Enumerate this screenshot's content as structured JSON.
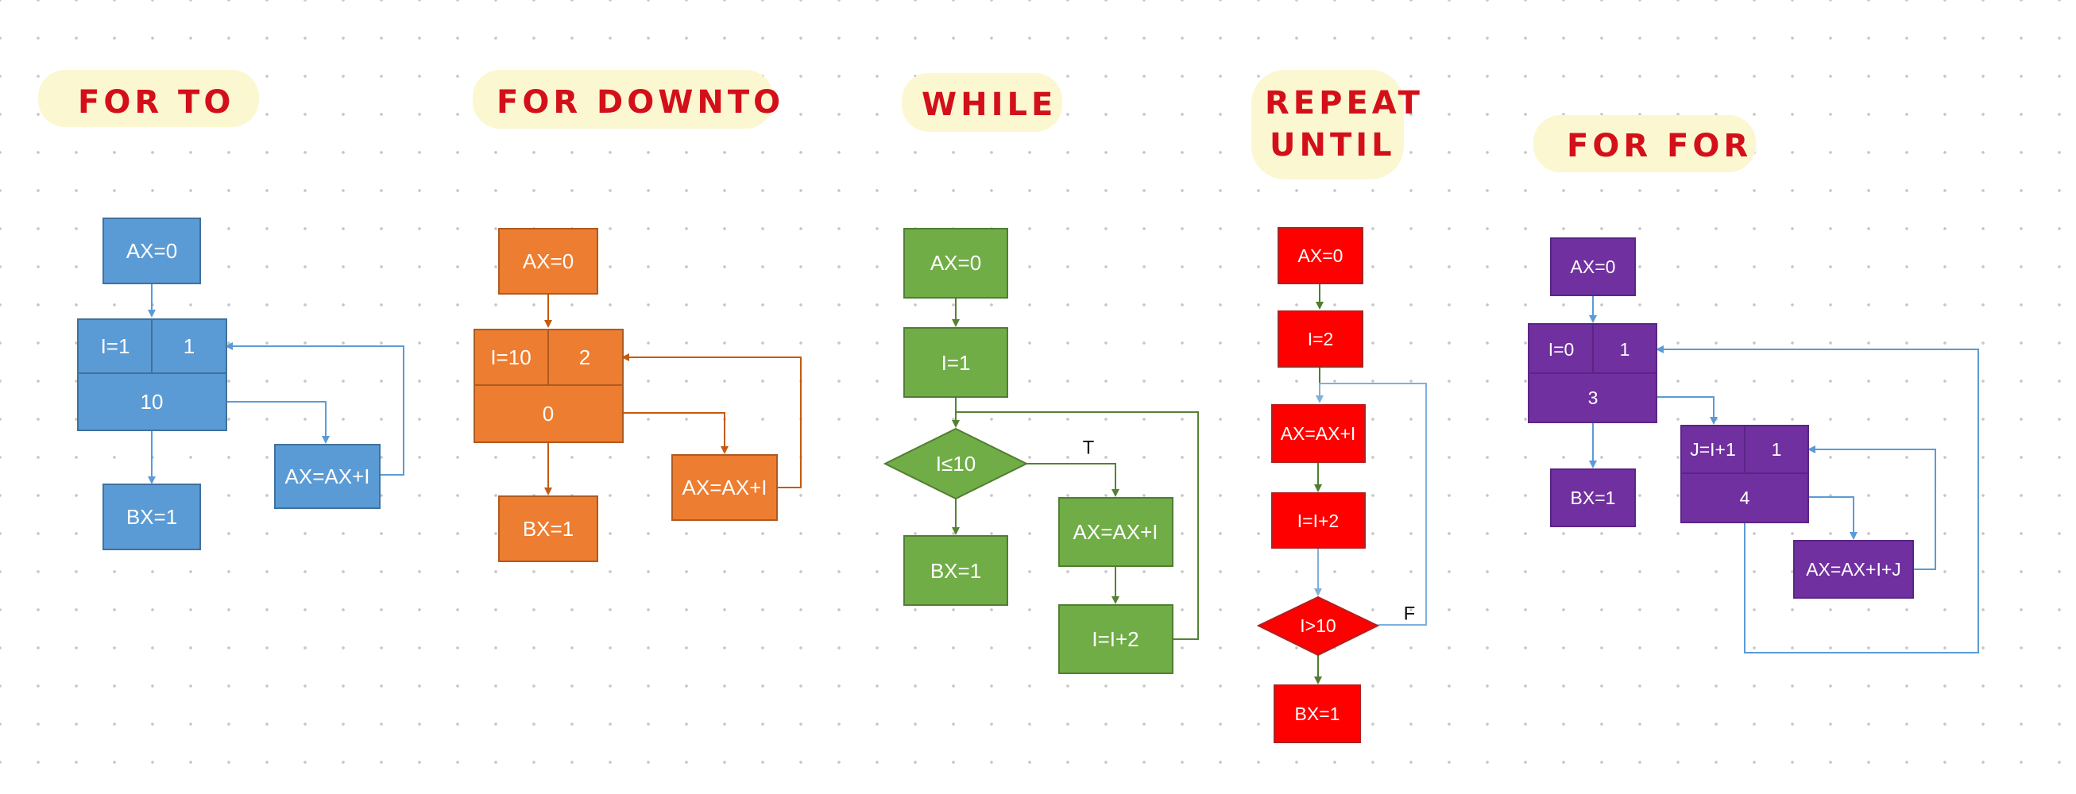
{
  "titles": {
    "for_to": "FOR TO",
    "for_downto": "FOR DOWNTO",
    "while": "WHILE",
    "repeat_until_line1": "REPEAT",
    "repeat_until_line2": "UNTIL",
    "for_for": "FOR FOR"
  },
  "colors": {
    "blue": "#5b9bd5",
    "orange": "#ed7d31",
    "green": "#70ad47",
    "red": "#fe0000",
    "purple": "#7030a0",
    "title": "#d3101a",
    "highlight": "#fbf7d1"
  },
  "for_to": {
    "init": "AX=0",
    "var": "I=1",
    "step": "1",
    "limit": "10",
    "body": "AX=AX+I",
    "after": "BX=1"
  },
  "for_downto": {
    "init": "AX=0",
    "var": "I=10",
    "step": "2",
    "limit": "0",
    "body": "AX=AX+I",
    "after": "BX=1"
  },
  "while": {
    "init": "AX=0",
    "set": "I=1",
    "cond": "I≤10",
    "true_label": "T",
    "body": "AX=AX+I",
    "inc": "I=I+2",
    "after": "BX=1"
  },
  "repeat_until": {
    "init": "AX=0",
    "set": "I=2",
    "body": "AX=AX+I",
    "inc": "I=I+2",
    "cond": "I>10",
    "false_label": "F",
    "after": "BX=1"
  },
  "for_for": {
    "init": "AX=0",
    "outer_var": "I=0",
    "outer_step": "1",
    "outer_limit": "3",
    "inner_var": "J=I+1",
    "inner_step": "1",
    "inner_limit": "4",
    "body": "AX=AX+I+J",
    "after": "BX=1"
  }
}
